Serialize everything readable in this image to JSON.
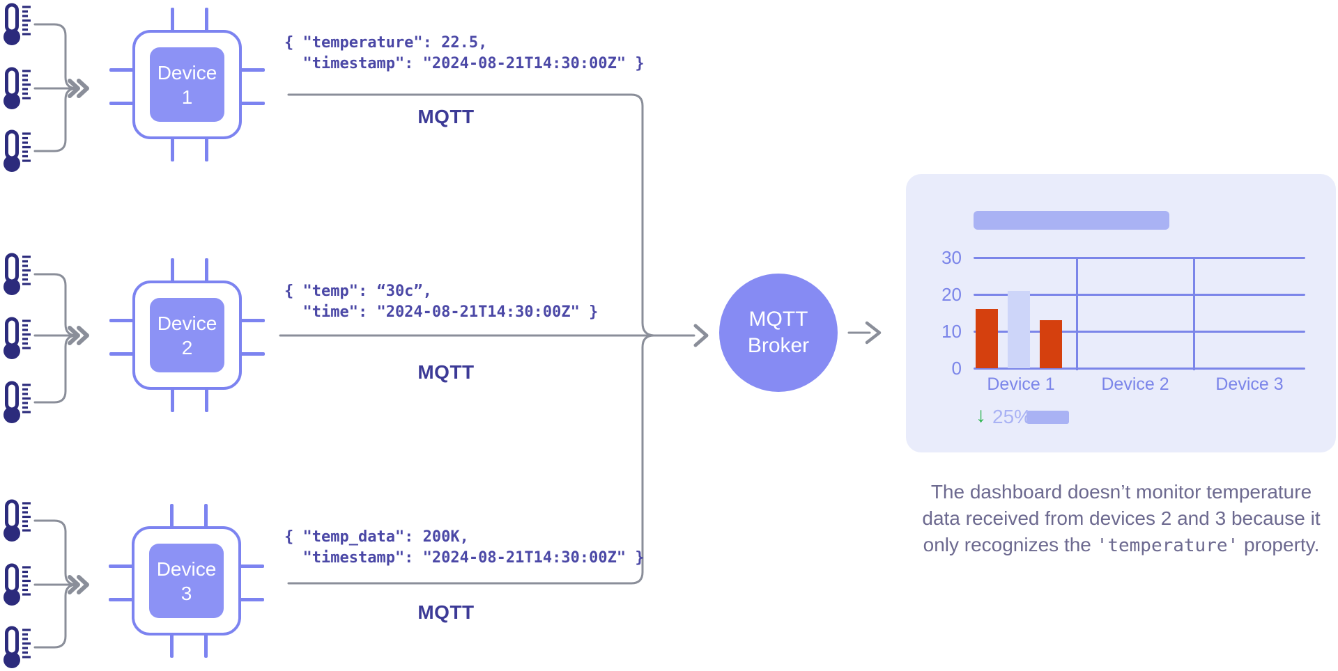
{
  "diagram": {
    "devices": [
      {
        "label": "Device 1",
        "payload": "{ \"temperature\": 22.5,\n  \"timestamp\": \"2024-08-21T14:30:00Z\" }",
        "protocol": "MQTT"
      },
      {
        "label": "Device 2",
        "payload": "{ \"temp\": “30c”,\n  \"time\": \"2024-08-21T14:30:00Z\" }",
        "protocol": "MQTT"
      },
      {
        "label": "Device 3",
        "payload": "{ \"temp_data\": 200K,\n  \"timestamp\": \"2024-08-21T14:30:00Z\" }",
        "protocol": "MQTT"
      }
    ],
    "broker": {
      "line1": "MQTT",
      "line2": "Broker"
    }
  },
  "dashboard": {
    "stat": {
      "direction_glyph": "↓",
      "value": "25%"
    }
  },
  "chart_data": {
    "type": "bar",
    "title": "",
    "categories": [
      "Device 1",
      "Device 2",
      "Device 3"
    ],
    "yticks": [
      0,
      10,
      20,
      30
    ],
    "ylim": [
      0,
      30
    ],
    "grid": true,
    "grid_color": "#7b85e9",
    "bars": [
      {
        "category": "Device 1",
        "value": 16,
        "color": "#d5400e"
      },
      {
        "category": "Device 1",
        "value": 21,
        "color": "#cdd5f9"
      },
      {
        "category": "Device 1",
        "value": 13,
        "color": "#d5400e"
      }
    ],
    "annotation": {
      "change": "-25%"
    }
  },
  "caption": {
    "line1": "The dashboard doesn’t monitor temperature",
    "line2": "data received from devices 2 and 3 because it",
    "line3_pre": "only recognizes the ",
    "line3_code": "'temperature'",
    "line3_post": " property."
  },
  "colors": {
    "thermometer": "#2c2b7c",
    "connector_gray": "#8a8e99",
    "chip_outline": "#7c83f0",
    "chip_fill": "#8c92f5",
    "broker_fill": "#868bf3",
    "payload_text": "#4b48a6",
    "protocol_text": "#3c3a96",
    "card_bg": "#e9ecfb",
    "axis": "#7b85e9",
    "accent_lavender": "#a9b2f4",
    "bar_red": "#d5400e",
    "bar_lavender": "#cdd5f9",
    "stat_green": "#28b44b",
    "caption_text": "#5d5983"
  }
}
